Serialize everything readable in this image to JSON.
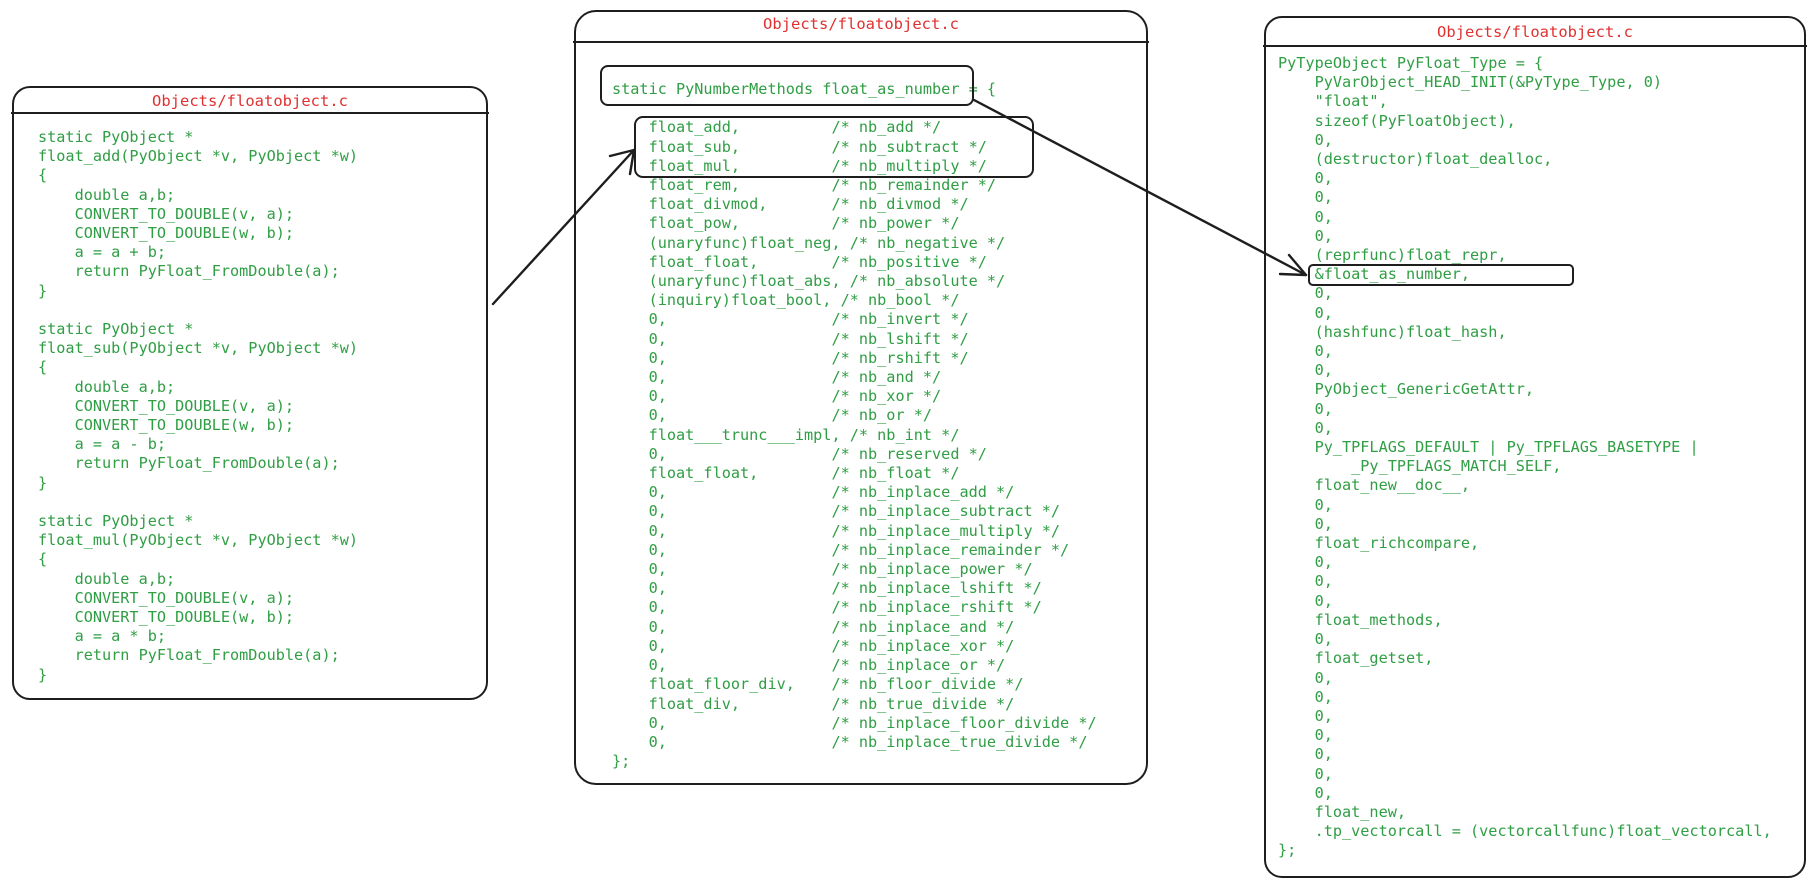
{
  "panels": {
    "left": {
      "title": "Objects/floatobject.c",
      "lines": [
        "static PyObject *",
        "float_add(PyObject *v, PyObject *w)",
        "{",
        "    double a,b;",
        "    CONVERT_TO_DOUBLE(v, a);",
        "    CONVERT_TO_DOUBLE(w, b);",
        "    a = a + b;",
        "    return PyFloat_FromDouble(a);",
        "}",
        "",
        "static PyObject *",
        "float_sub(PyObject *v, PyObject *w)",
        "{",
        "    double a,b;",
        "    CONVERT_TO_DOUBLE(v, a);",
        "    CONVERT_TO_DOUBLE(w, b);",
        "    a = a - b;",
        "    return PyFloat_FromDouble(a);",
        "}",
        "",
        "static PyObject *",
        "float_mul(PyObject *v, PyObject *w)",
        "{",
        "    double a,b;",
        "    CONVERT_TO_DOUBLE(v, a);",
        "    CONVERT_TO_DOUBLE(w, b);",
        "    a = a * b;",
        "    return PyFloat_FromDouble(a);",
        "}"
      ]
    },
    "middle": {
      "title": "Objects/floatobject.c",
      "lines": [
        "static PyNumberMethods float_as_number = {",
        "",
        "    float_add,          /* nb_add */",
        "    float_sub,          /* nb_subtract */",
        "    float_mul,          /* nb_multiply */",
        "    float_rem,          /* nb_remainder */",
        "    float_divmod,       /* nb_divmod */",
        "    float_pow,          /* nb_power */",
        "    (unaryfunc)float_neg, /* nb_negative */",
        "    float_float,        /* nb_positive */",
        "    (unaryfunc)float_abs, /* nb_absolute */",
        "    (inquiry)float_bool, /* nb_bool */",
        "    0,                  /* nb_invert */",
        "    0,                  /* nb_lshift */",
        "    0,                  /* nb_rshift */",
        "    0,                  /* nb_and */",
        "    0,                  /* nb_xor */",
        "    0,                  /* nb_or */",
        "    float___trunc___impl, /* nb_int */",
        "    0,                  /* nb_reserved */",
        "    float_float,        /* nb_float */",
        "    0,                  /* nb_inplace_add */",
        "    0,                  /* nb_inplace_subtract */",
        "    0,                  /* nb_inplace_multiply */",
        "    0,                  /* nb_inplace_remainder */",
        "    0,                  /* nb_inplace_power */",
        "    0,                  /* nb_inplace_lshift */",
        "    0,                  /* nb_inplace_rshift */",
        "    0,                  /* nb_inplace_and */",
        "    0,                  /* nb_inplace_xor */",
        "    0,                  /* nb_inplace_or */",
        "    float_floor_div,    /* nb_floor_divide */",
        "    float_div,          /* nb_true_divide */",
        "    0,                  /* nb_inplace_floor_divide */",
        "    0,                  /* nb_inplace_true_divide */",
        "};"
      ]
    },
    "right": {
      "title": "Objects/floatobject.c",
      "lines": [
        "PyTypeObject PyFloat_Type = {",
        "    PyVarObject_HEAD_INIT(&PyType_Type, 0)",
        "    \"float\",",
        "    sizeof(PyFloatObject),",
        "    0,",
        "    (destructor)float_dealloc,",
        "    0,",
        "    0,",
        "    0,",
        "    0,",
        "    (reprfunc)float_repr,",
        "    &float_as_number,",
        "    0,",
        "    0,",
        "    (hashfunc)float_hash,",
        "    0,",
        "    0,",
        "    PyObject_GenericGetAttr,",
        "    0,",
        "    0,",
        "    Py_TPFLAGS_DEFAULT | Py_TPFLAGS_BASETYPE |",
        "        _Py_TPFLAGS_MATCH_SELF,",
        "    float_new__doc__,",
        "    0,",
        "    0,",
        "    float_richcompare,",
        "    0,",
        "    0,",
        "    0,",
        "    float_methods,",
        "    0,",
        "    float_getset,",
        "    0,",
        "    0,",
        "    0,",
        "    0,",
        "    0,",
        "    0,",
        "    0,",
        "    float_new,",
        "    .tp_vectorcall = (vectorcallfunc)float_vectorcall,",
        "};"
      ]
    }
  },
  "colors": {
    "title": "#e03131",
    "code": "#2f9e44",
    "stroke": "#1e1e1e"
  }
}
